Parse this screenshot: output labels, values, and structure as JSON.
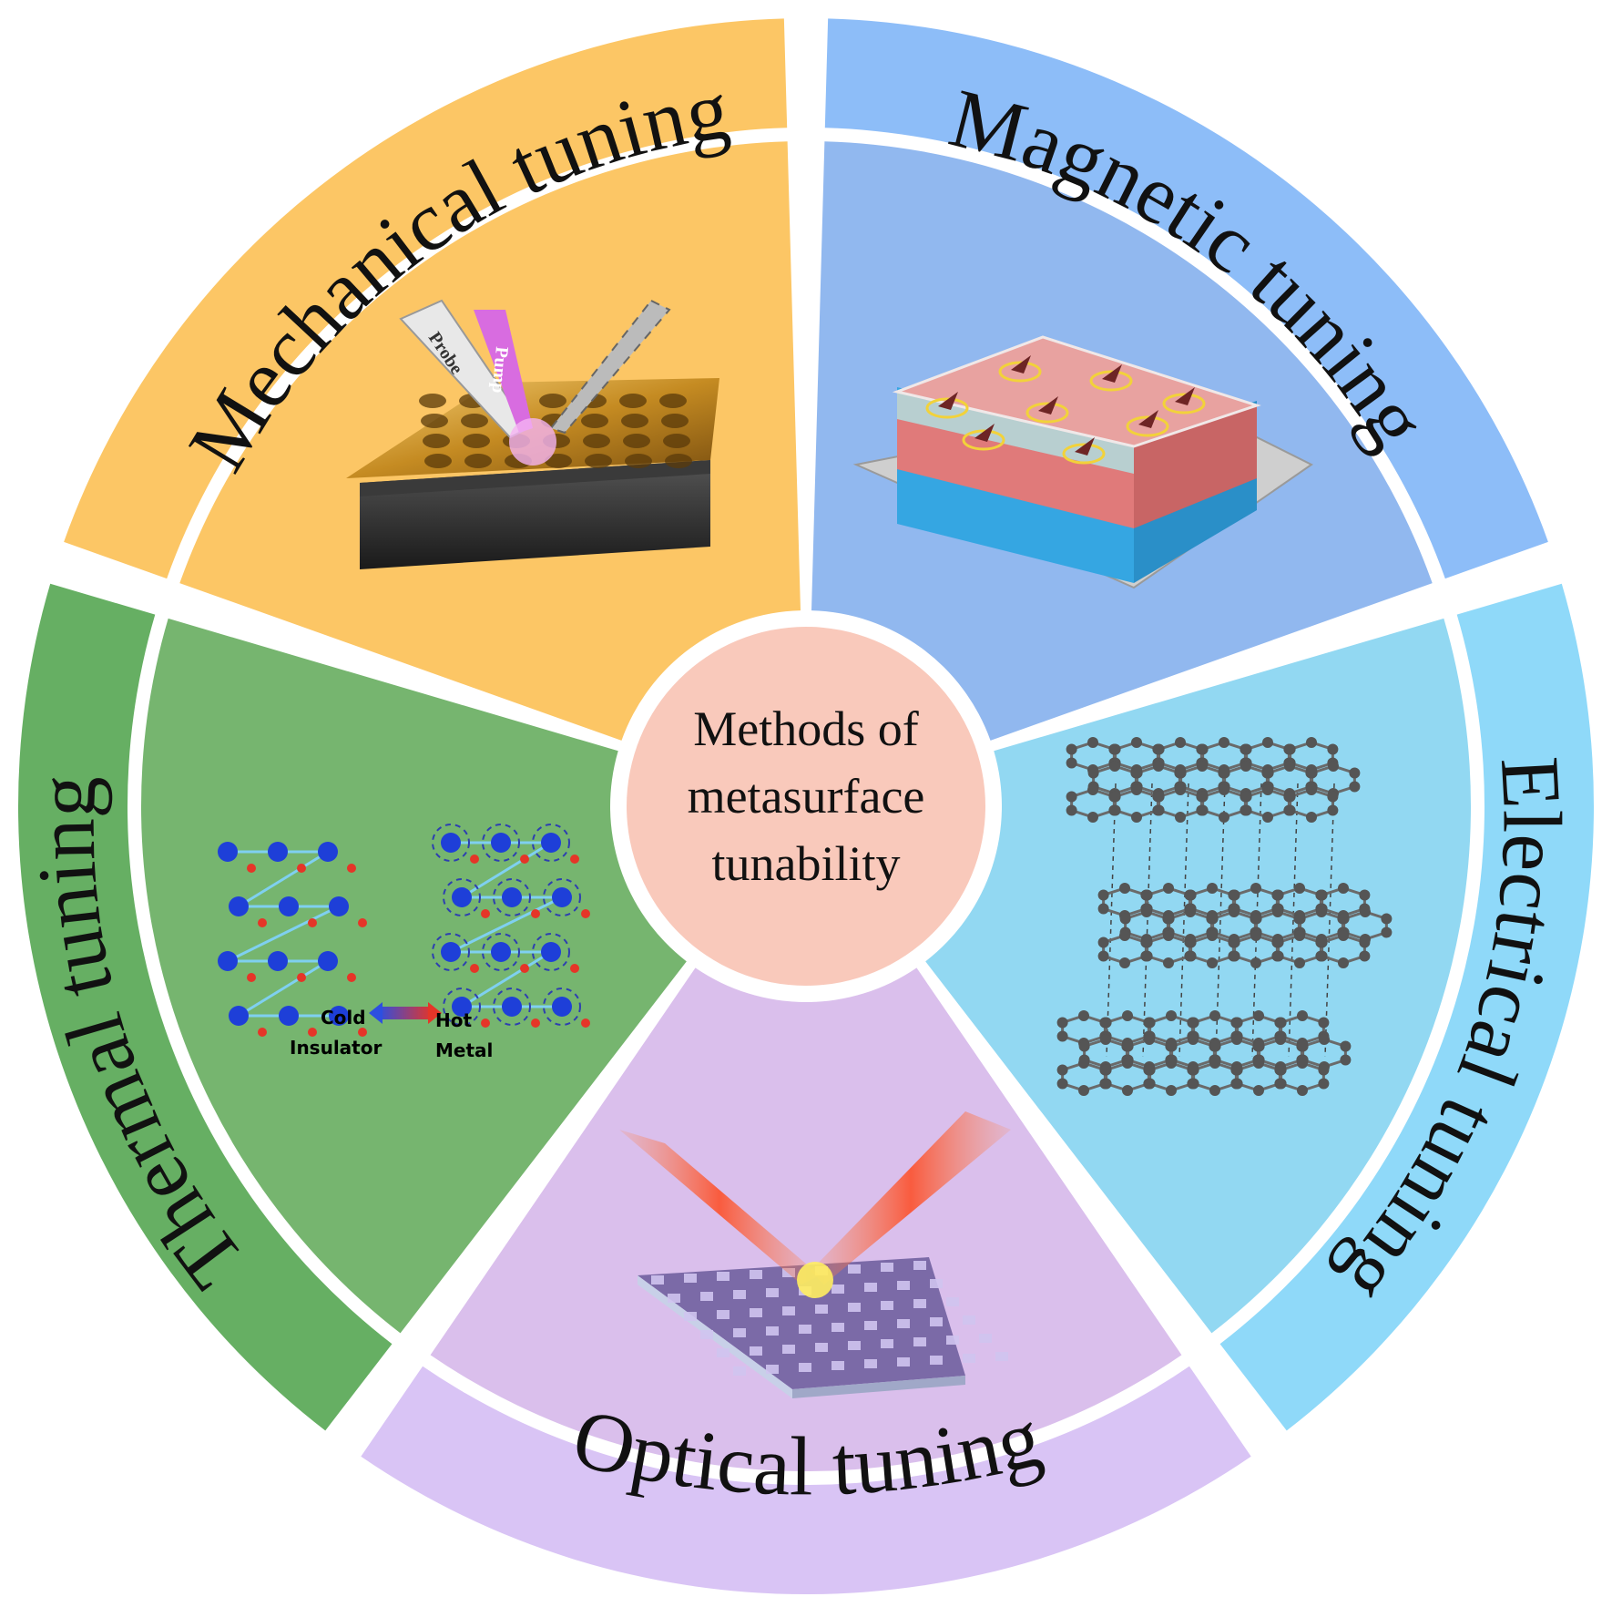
{
  "center": {
    "lines": [
      "Methods of",
      "metasurface",
      "tunability"
    ],
    "color": "#F9C9BB"
  },
  "sectors": [
    {
      "id": "mechanical",
      "label": "Mechanical tuning",
      "outer_color": "#FCC665",
      "inner_color": "#FCC665",
      "icon": "perforated-gold-plate-with-probes"
    },
    {
      "id": "magnetic",
      "label": "Magnetic tuning",
      "outer_color": "#8DBDF8",
      "inner_color": "#91B8EF",
      "icon": "layered-slab-with-spin-arrows"
    },
    {
      "id": "electrical",
      "label": "Electrical tuning",
      "outer_color": "#8FD9F9",
      "inner_color": "#92D8F2",
      "icon": "stacked-graphene-lattice"
    },
    {
      "id": "optical",
      "label": "Optical tuning",
      "outer_color": "#D9C4F5",
      "inner_color": "#DABFEC",
      "icon": "laser-beams-on-metasurface"
    },
    {
      "id": "thermal",
      "label": "Thermal tuning",
      "outer_color": "#66AF63",
      "inner_color": "#76B56F",
      "icon": "crystal-lattice-phase-transition"
    }
  ],
  "mechanical_icon": {
    "probe_label": "Probe",
    "pump_label": "Pump"
  },
  "thermal_icon": {
    "cold_label": "Cold",
    "insulator_label": "Insulator",
    "hot_label": "Hot",
    "metal_label": "Metal",
    "cold_color": "#1E3FD8",
    "hot_color": "#E53528"
  }
}
